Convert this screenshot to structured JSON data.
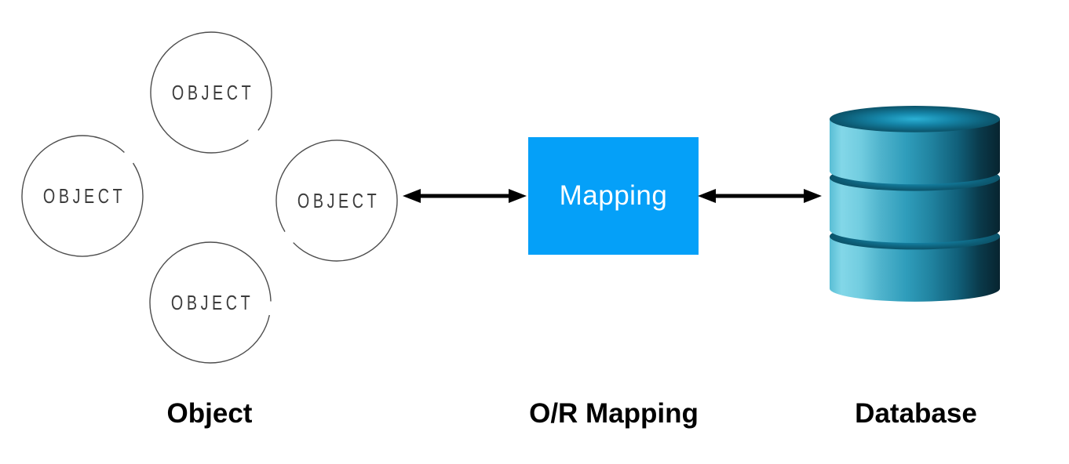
{
  "objects": {
    "caption": "Object",
    "circles": [
      {
        "label": "OBJECT"
      },
      {
        "label": "OBJECT"
      },
      {
        "label": "OBJECT"
      },
      {
        "label": "OBJECT"
      }
    ]
  },
  "mapping": {
    "box_label": "Mapping",
    "caption": "O/R Mapping",
    "box_color": "#05A0F8",
    "label_color": "#FFFFFF"
  },
  "database": {
    "caption": "Database",
    "icon": "database-cylinder-icon",
    "colors": {
      "body_light": "#83D7E8",
      "body_mid": "#2F9DBB",
      "body_dark": "#08242F",
      "top_center": "#2BB0D4",
      "top_edge": "#0A4254"
    }
  },
  "arrows": [
    {
      "name": "object-to-mapping",
      "type": "bidirectional",
      "color": "#000000"
    },
    {
      "name": "mapping-to-database",
      "type": "bidirectional",
      "color": "#000000"
    }
  ],
  "styles": {
    "background": "#FFFFFF",
    "circle_stroke": "#4D4D4D",
    "caption_color": "#000000"
  }
}
